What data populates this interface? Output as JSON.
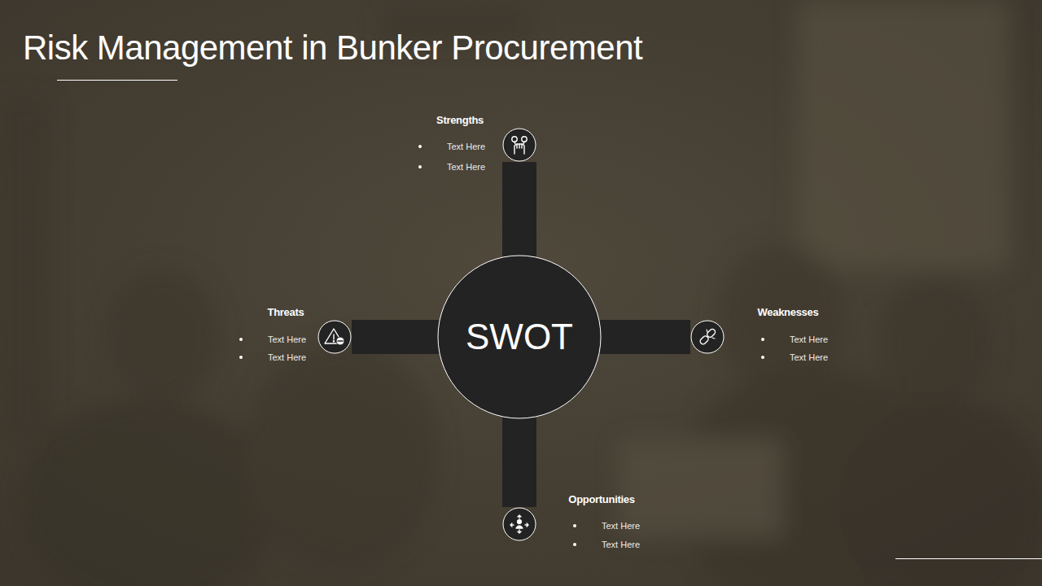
{
  "diagram": {
    "title": "Risk Management in Bunker Procurement",
    "nodes": [
      {
        "text": [
          "Strengths",
          "Text Here",
          "Text Here"
        ]
      },
      {
        "text": [
          "Threats",
          "Text Here",
          "Text Here"
        ]
      },
      {
        "text": [
          "SWOT"
        ]
      },
      {
        "text": [
          "Weaknesses",
          "Text Here",
          "Text Here"
        ]
      },
      {
        "text": [
          "Opportunities",
          "Text Here",
          "Text Here"
        ]
      }
    ],
    "edges": [
      {
        "from": 2,
        "to": 0,
        "arrow": "none"
      },
      {
        "from": 2,
        "to": 1,
        "arrow": "none"
      },
      {
        "from": 2,
        "to": 3,
        "arrow": "none"
      },
      {
        "from": 2,
        "to": 4,
        "arrow": "none"
      }
    ]
  }
}
